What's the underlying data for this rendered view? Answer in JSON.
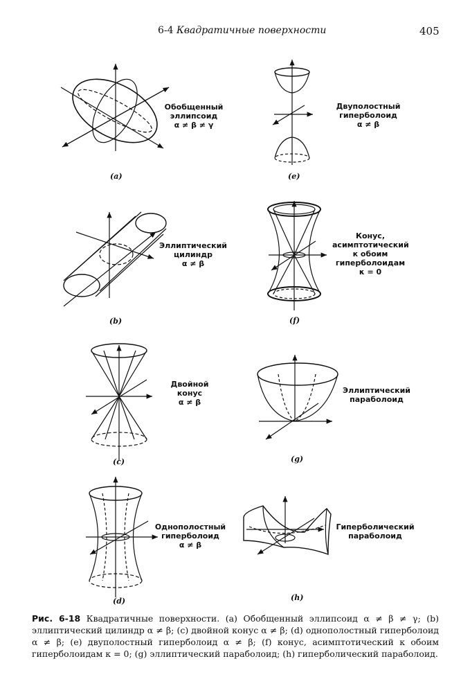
{
  "header": {
    "section": "6-4",
    "title": "Квадратичные поверхности",
    "page_number": "405"
  },
  "figures": [
    {
      "id": "a",
      "sublabel": "(a)",
      "lines": [
        "Обобщенный",
        "эллипсоид",
        "α ≠ β ≠ γ"
      ]
    },
    {
      "id": "b",
      "sublabel": "(b)",
      "lines": [
        "Эллиптический",
        "цилиндр",
        "α ≠ β"
      ]
    },
    {
      "id": "c",
      "sublabel": "(c)",
      "lines": [
        "Двойной",
        "конус",
        "α ≠ β"
      ]
    },
    {
      "id": "d",
      "sublabel": "(d)",
      "lines": [
        "Однополостный",
        "гиперболоид",
        "α ≠ β"
      ]
    },
    {
      "id": "e",
      "sublabel": "(e)",
      "lines": [
        "Двуполостный",
        "гиперболоид",
        "α ≠ β"
      ]
    },
    {
      "id": "f",
      "sublabel": "(f)",
      "lines": [
        "Конус,",
        "асимптотический",
        "к обоим",
        "гиперболоидам",
        "κ = 0"
      ]
    },
    {
      "id": "g",
      "sublabel": "(g)",
      "lines": [
        "Эллиптический",
        "параболоид"
      ]
    },
    {
      "id": "h",
      "sublabel": "(h)",
      "lines": [
        "Гиперболический",
        "параболоид"
      ]
    }
  ],
  "caption": {
    "lead": "Рис. 6-18",
    "text": "Квадратичные поверхности. (a) Обобщенный эллипсоид α ≠ β ≠ γ; (b) эллиптический цилиндр α ≠ β; (c) двойной конус α ≠ β; (d) однополостный гиперболоид α ≠ β; (e) двуполостный гиперболоид α ≠ β; (f) конус, асимптотический к обоим гиперболоидам κ = 0; (g) эллиптический параболоид; (h) гиперболический параболоид."
  }
}
